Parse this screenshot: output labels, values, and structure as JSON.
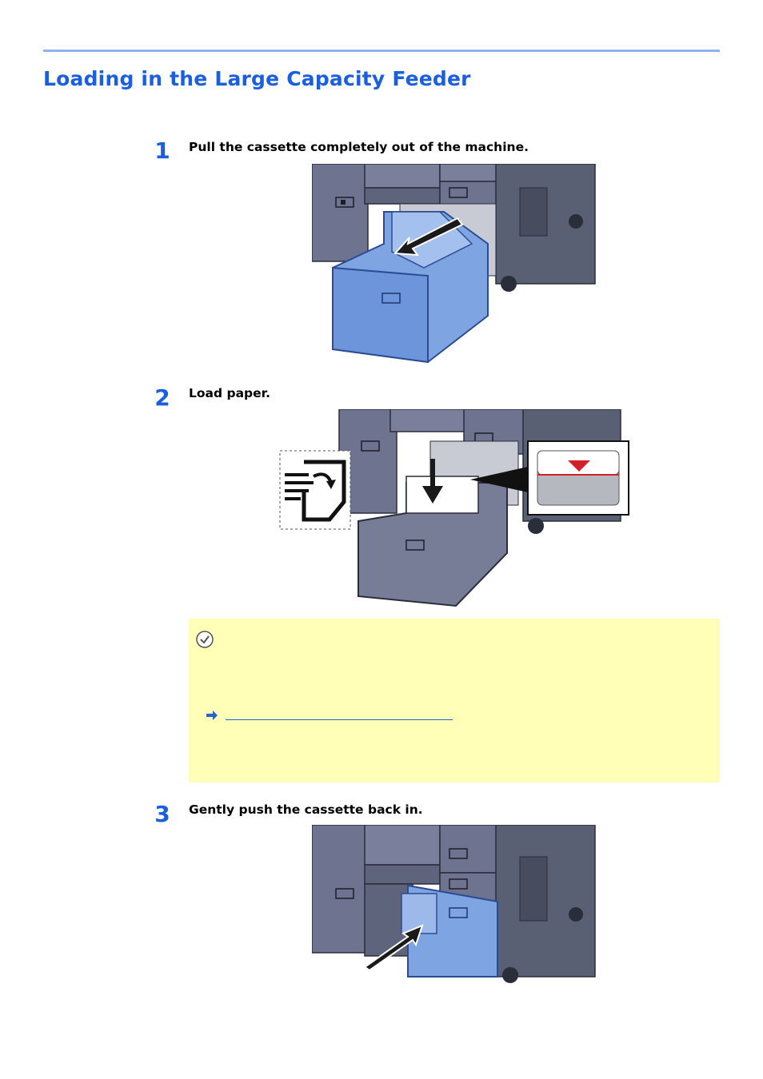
{
  "page": {
    "title": "Loading in the Large Capacity Feeder"
  },
  "steps": [
    {
      "number": "1",
      "text": "Pull the cassette completely out of the machine."
    },
    {
      "number": "2",
      "text": "Load paper."
    },
    {
      "number": "3",
      "text": "Gently push the cassette back in."
    }
  ],
  "note": {
    "icon": "check-circle-icon",
    "link_text": ""
  },
  "colors": {
    "accent": "#1a5fe0",
    "rule": "#8fb3ea",
    "note_bg": "#ffffb8",
    "cassette_blue": "#7fa4e2",
    "machine_gray": "#6e7490",
    "limit_red": "#d4202a"
  }
}
